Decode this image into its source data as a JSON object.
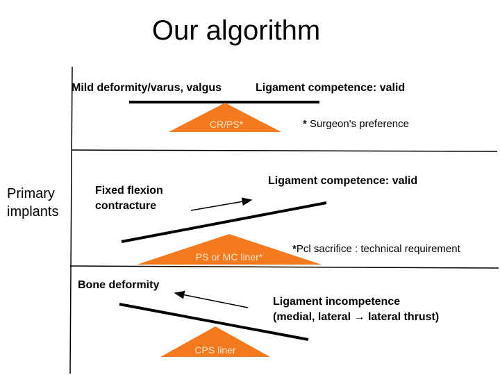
{
  "title": "Our algorithm",
  "side_label": [
    "Primary",
    "implants"
  ],
  "colors": {
    "accent": "#F47A20",
    "triangle_text": "#FFE3C8",
    "line": "#000000"
  },
  "sections": [
    {
      "left_text": "Mild deformity/varus, valgus",
      "right_text": "Ligament competence: valid",
      "implant": "CR/PS*",
      "note_bold": "*",
      "note_text": " Surgeon's preference"
    },
    {
      "left_text": [
        "Fixed flexion",
        "contracture"
      ],
      "right_text": "Ligament competence: valid",
      "implant": "PS or MC liner*",
      "note_bold": "*",
      "note_text": "Pcl sacrifice : technical requirement"
    },
    {
      "left_text": "Bone deformity",
      "right_text": [
        "Ligament incompetence",
        "(medial, lateral → lateral thrust)"
      ],
      "implant": "CPS liner"
    }
  ]
}
